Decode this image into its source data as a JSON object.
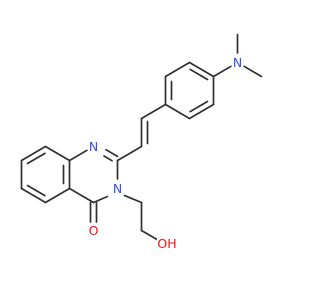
{
  "molecule": {
    "atoms": {
      "n_dimethyl": {
        "label": "N",
        "color": "#3050F8"
      },
      "n1_quinazoline": {
        "label": "N",
        "color": "#3050F8"
      },
      "n3_quinazoline": {
        "label": "N",
        "color": "#3050F8"
      },
      "carbonyl_oxygen": {
        "label": "O",
        "color": "#FF0D0D"
      },
      "hydroxyl_group": {
        "label": "OH",
        "color": "#FF0D0D"
      }
    },
    "bond_color": "#303030"
  }
}
